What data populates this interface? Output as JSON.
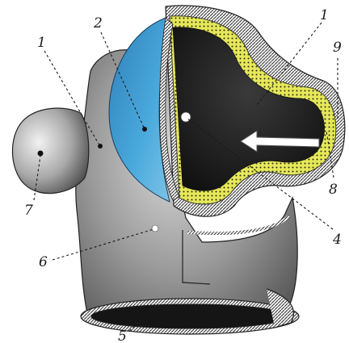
{
  "figure": {
    "description_visible": false,
    "labels": [
      {
        "id": "label-1-left",
        "text": "1"
      },
      {
        "id": "label-2",
        "text": "2"
      },
      {
        "id": "label-1-right",
        "text": "1"
      },
      {
        "id": "label-9",
        "text": "9"
      },
      {
        "id": "label-8",
        "text": "8"
      },
      {
        "id": "label-4",
        "text": "4"
      },
      {
        "id": "label-7",
        "text": "7"
      },
      {
        "id": "label-6",
        "text": "6"
      },
      {
        "id": "label-5",
        "text": "5"
      }
    ],
    "colors": {
      "body_gray": "#9a9a9a",
      "dark_cavity": "#1c1c1c",
      "epithelium_yellow": "#e6e85a",
      "blue_layer": "#3f9bd2",
      "outline": "#222222"
    }
  }
}
